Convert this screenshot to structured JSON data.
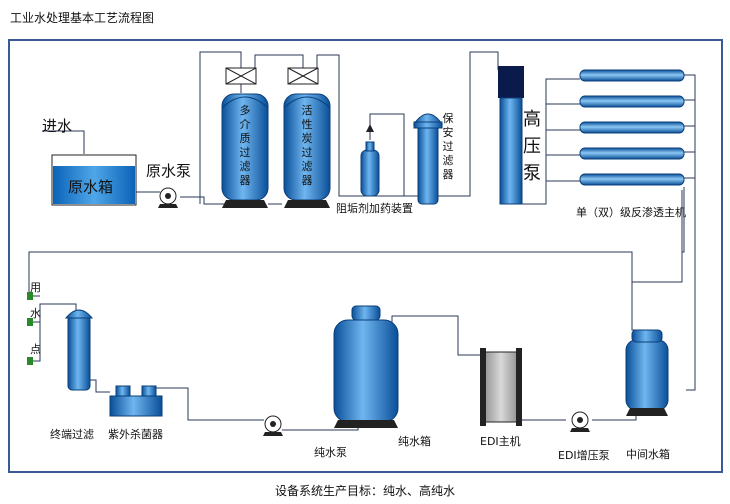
{
  "title": "工业水处理基本工艺流程图",
  "footer": "设备系统生产目标：纯水、高纯水",
  "labels": {
    "inlet": "进水",
    "raw_tank": "原水箱",
    "raw_pump": "原水泵",
    "multi_media": "多介质过滤器",
    "carbon": "活性炭过滤器",
    "antiscalant": "阻垢剂加药装置",
    "security": "保安过滤器",
    "hp_pump": "高压泵",
    "ro_unit": "单（双）级反渗透主机",
    "use_point_1": "用",
    "use_point_2": "水",
    "use_point_3": "点",
    "terminal": "终端过滤",
    "uv": "紫外杀菌器",
    "pure_pump": "纯水泵",
    "pure_tank": "纯水箱",
    "edi": "EDI主机",
    "edi_pump": "EDI增压泵",
    "mid_tank": "中间水箱"
  },
  "colors": {
    "frame": "#3a5a96",
    "pipe": "#2a3a5a",
    "vessel_dark": "#0b5aa8",
    "vessel_light": "#6fb6f0",
    "tank_water": "#1a7fd0"
  }
}
